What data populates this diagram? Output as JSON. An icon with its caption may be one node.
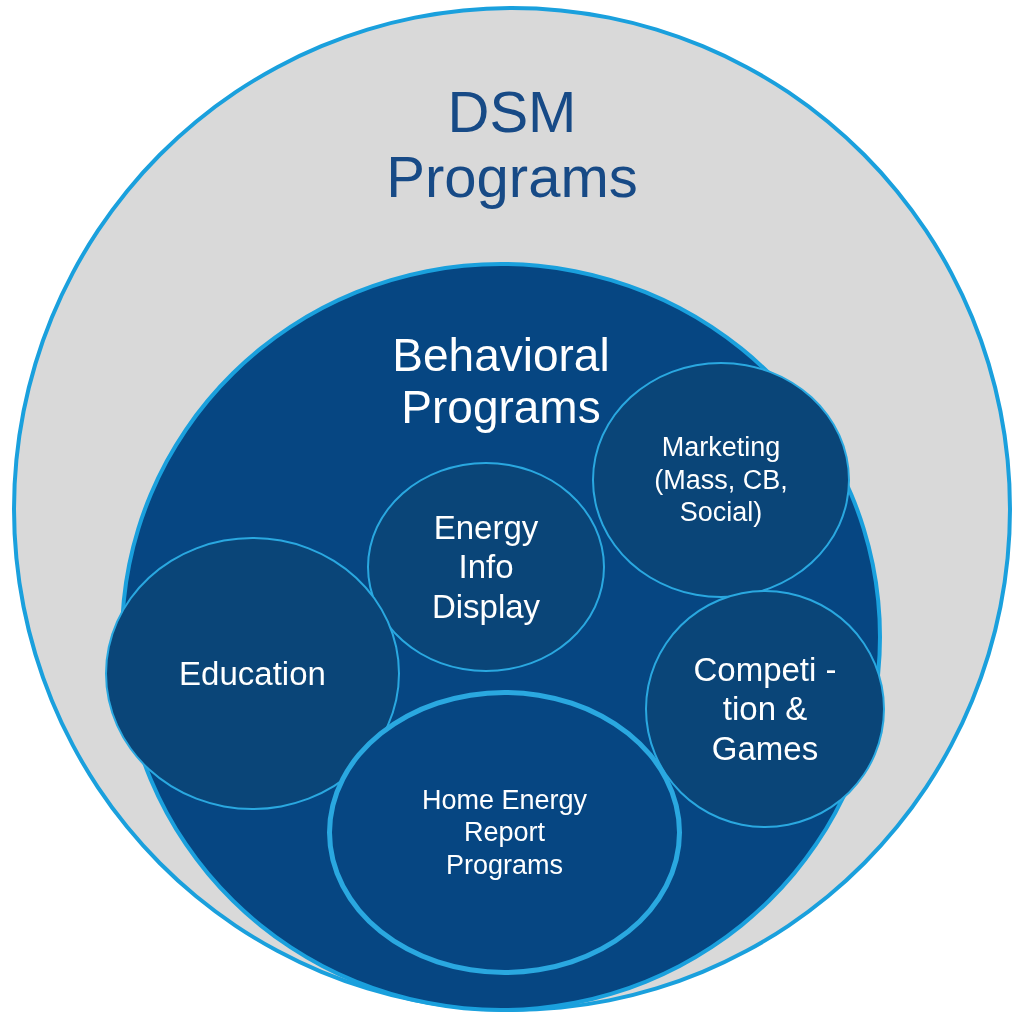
{
  "diagram": {
    "nodes": [
      {
        "text": [
          "DSM Programs"
        ]
      },
      {
        "text": [
          "Behavioral Programs"
        ],
        "in": 0
      },
      {
        "text": [
          "Marketing (Mass, CB, Social)"
        ],
        "in": 1
      },
      {
        "text": [
          "Energy Info Display"
        ],
        "in": 1
      },
      {
        "text": [
          "Education"
        ],
        "in": 1
      },
      {
        "text": [
          "Competi -tion & Games"
        ],
        "in": 1
      },
      {
        "text": [
          "Home Energy Report Programs"
        ],
        "in": 1
      }
    ]
  }
}
